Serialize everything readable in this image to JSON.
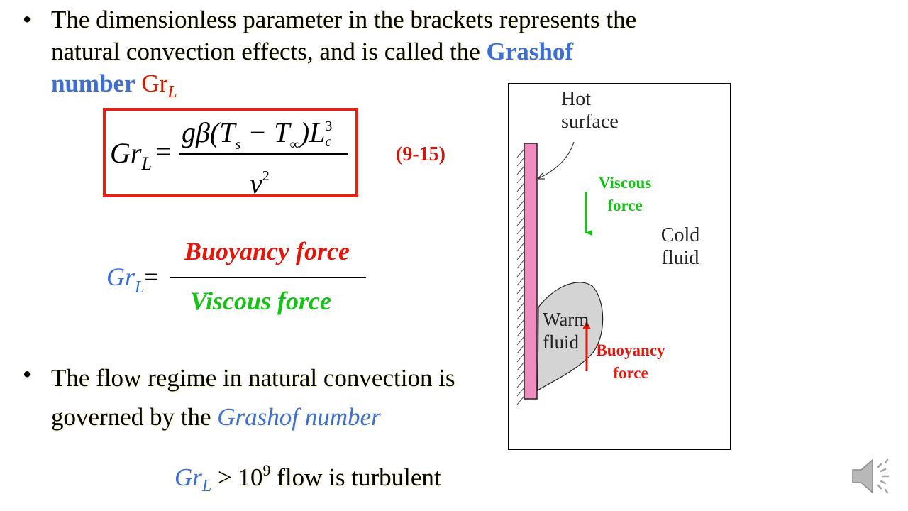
{
  "bullet1": {
    "line1": "The dimensionless parameter in the brackets represents the",
    "line2_pre": "natural convection effects, and is called the ",
    "line2_highlight": "Grashof",
    "line3_highlight": "number",
    "symbol_main": "Gr",
    "symbol_sub": "L"
  },
  "equation": {
    "lhs_main": "Gr",
    "lhs_sub": "L",
    "equals": "=",
    "numerator": "gβ(T",
    "num_s": "s",
    "num_minus": " − T",
    "num_inf": "∞",
    "num_close": ")L",
    "num_sup": "3",
    "num_sub_c": "c",
    "denominator": "ν",
    "den_sup": "2",
    "number": "(9-15)"
  },
  "ratio": {
    "lhs_main": "Gr",
    "lhs_sub": "L",
    "equals": "=",
    "numerator": "Buoyancy force",
    "denominator": "Viscous force"
  },
  "bullet2": {
    "line1": "The flow regime in natural convection is",
    "line2_pre": "governed by the ",
    "line2_highlight": "Grashof number"
  },
  "criterion": {
    "lhs_main": "Gr",
    "lhs_sub": "L",
    "op": " > 10",
    "exp": "9",
    "text": " flow is turbulent"
  },
  "figure": {
    "hot_surface_line1": "Hot",
    "hot_surface_line2": "surface",
    "viscous_line1": "Viscous",
    "viscous_line2": "force",
    "cold_line1": "Cold",
    "cold_line2": "fluid",
    "warm_line1": "Warm",
    "warm_line2": "fluid",
    "buoyancy_line1": "Buoyancy",
    "buoyancy_line2": "force"
  },
  "colors": {
    "highlight_blue": "#3b6fd6",
    "red": "#d0170b",
    "green": "#14c314",
    "plate_pink": "#f08cbf"
  },
  "icons": {
    "audio": "speaker-icon"
  }
}
